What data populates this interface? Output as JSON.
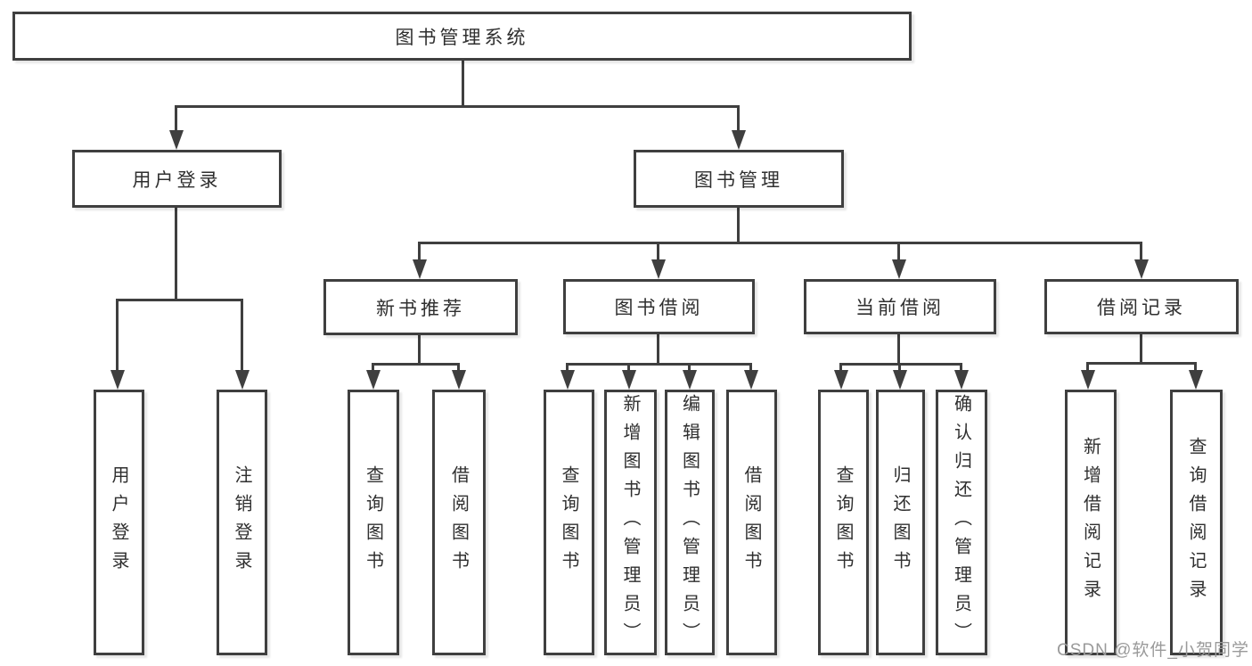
{
  "tree": {
    "root": {
      "label": "图书管理系统"
    },
    "branches": [
      {
        "label": "用户登录",
        "children": [
          {
            "label": "用户登录"
          },
          {
            "label": "注销登录"
          }
        ]
      },
      {
        "label": "图书管理",
        "children": [
          {
            "label": "新书推荐",
            "children": [
              {
                "label": "查询图书"
              },
              {
                "label": "借阅图书"
              }
            ]
          },
          {
            "label": "图书借阅",
            "children": [
              {
                "label": "查询图书"
              },
              {
                "label": "新增图书（管理员）"
              },
              {
                "label": "编辑图书（管理员）"
              },
              {
                "label": "借阅图书"
              }
            ]
          },
          {
            "label": "当前借阅",
            "children": [
              {
                "label": "查询图书"
              },
              {
                "label": "归还图书"
              },
              {
                "label": "确认归还（管理员）"
              }
            ]
          },
          {
            "label": "借阅记录",
            "children": [
              {
                "label": "新增借阅记录"
              },
              {
                "label": "查询借阅记录"
              }
            ]
          }
        ]
      }
    ]
  },
  "watermark": {
    "text": "CSDN @软件_小贺同学"
  },
  "colors": {
    "line": "#3f3f3f",
    "text": "#2f2f2f",
    "watermark": "#9a9a9a",
    "background": "#ffffff"
  }
}
